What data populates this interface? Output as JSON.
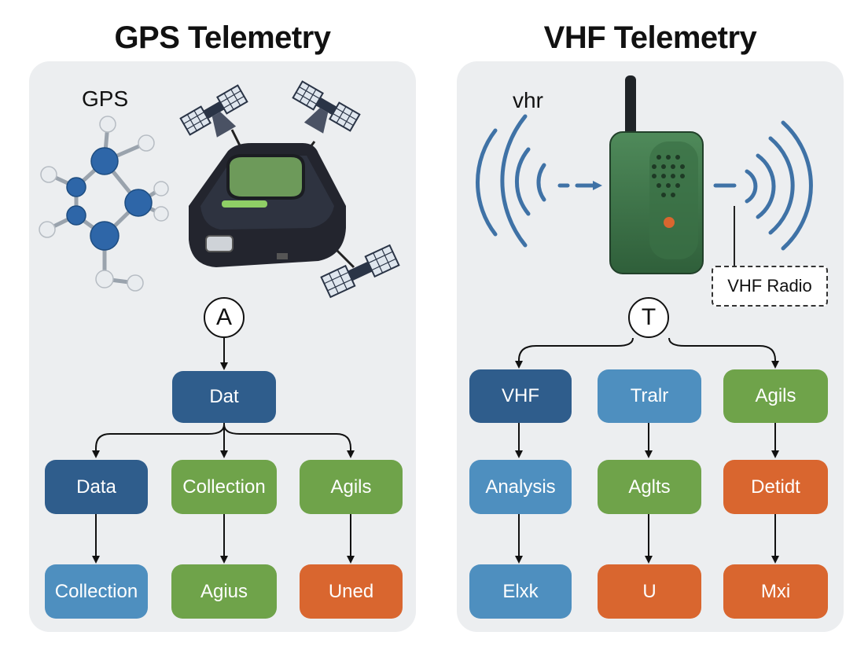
{
  "colors": {
    "dark_blue": "#2f5d8c",
    "light_blue": "#4e8fbf",
    "green": "#6fa34a",
    "orange": "#d9662f",
    "panel": "#eceef0",
    "arrow": "#111111",
    "wave": "#3f72a6",
    "device_green": "#3e7a4a"
  },
  "gps": {
    "title": "GPS Telemetry",
    "molecule_label": "GPS",
    "circle_label": "A",
    "root": "Dat",
    "row1": [
      "Data",
      "Collection",
      "Agils"
    ],
    "row2": [
      "Collection",
      "Agius",
      "Uned"
    ]
  },
  "vhf": {
    "title": "VHF Telemetry",
    "device_label": "vhr",
    "radio_callout": "VHF Radio",
    "circle_label": "T",
    "row1": [
      "VHF",
      "Tralr",
      "Agils"
    ],
    "row2": [
      "Analysis",
      "Aglts",
      "Detidt"
    ],
    "row3": [
      "Elxk",
      "U",
      "Mxi"
    ]
  },
  "icons": [
    "molecule-icon",
    "gps-collar-device-icon",
    "satellite-icon",
    "vhf-radio-device-icon",
    "radio-wave-icon"
  ]
}
